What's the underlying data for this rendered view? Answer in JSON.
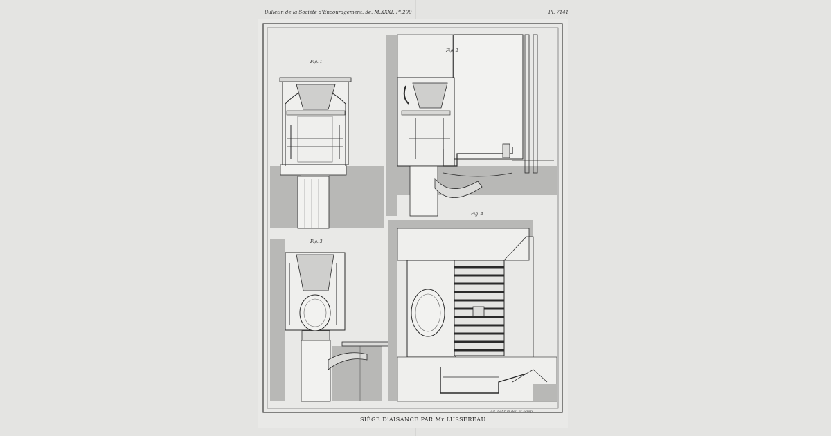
{
  "header": {
    "bulletin": "Bulletin de la Société d'Encouragement. 3e. M.XXXI. Pl.200",
    "plate_number": "Pl. 7141"
  },
  "figures": {
    "fig1": "Fig. 1",
    "fig2": "Fig. 2",
    "fig3": "Fig. 3",
    "fig4": "Fig. 4"
  },
  "caption": "SIÈGE D'AISANCE PAR Mr LUSSEREAU",
  "credit": "Ad. Lebrun del. et sculp.",
  "colors": {
    "background": "#e4e4e2",
    "paper": "#e9e9e7",
    "ink": "#2a2a2a",
    "wall_gray": "#b8b8b6",
    "light_fill": "#f2f2f0"
  }
}
